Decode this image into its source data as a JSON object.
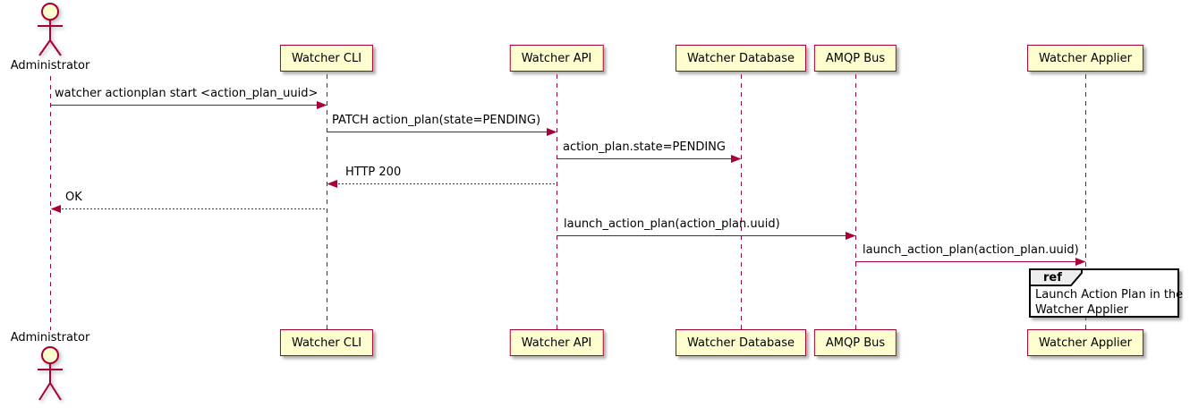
{
  "diagram": {
    "kind": "uml-sequence-diagram",
    "colors": {
      "accent": "#A80036",
      "participant_fill": "#FEFECE",
      "participant_border": "#A80036",
      "text": "#000000",
      "ref_border": "#000000",
      "ref_header_fill": "#EEEEEE",
      "background": "#FFFFFF"
    }
  },
  "actor": {
    "name": "Administrator"
  },
  "participants": [
    {
      "name": "Watcher CLI"
    },
    {
      "name": "Watcher API"
    },
    {
      "name": "Watcher Database"
    },
    {
      "name": "AMQP Bus"
    },
    {
      "name": "Watcher Applier"
    }
  ],
  "messages": [
    {
      "label": "watcher actionplan start <action_plan_uuid>",
      "from": "Administrator",
      "to": "Watcher CLI",
      "line": "solid",
      "direction": "right"
    },
    {
      "label": "PATCH action_plan(state=PENDING)",
      "from": "Watcher CLI",
      "to": "Watcher API",
      "line": "solid",
      "direction": "right"
    },
    {
      "label": "action_plan.state=PENDING",
      "from": "Watcher API",
      "to": "Watcher Database",
      "line": "solid",
      "direction": "right"
    },
    {
      "label": "HTTP 200",
      "from": "Watcher API",
      "to": "Watcher CLI",
      "line": "dashed",
      "direction": "left"
    },
    {
      "label": "OK",
      "from": "Watcher CLI",
      "to": "Administrator",
      "line": "dashed",
      "direction": "left"
    },
    {
      "label": "launch_action_plan(action_plan.uuid)",
      "from": "Watcher API",
      "to": "AMQP Bus",
      "line": "solid",
      "direction": "right"
    },
    {
      "label": "launch_action_plan(action_plan.uuid)",
      "from": "AMQP Bus",
      "to": "Watcher Applier",
      "line": "solid",
      "direction": "right"
    }
  ],
  "ref": {
    "keyword": "ref",
    "target": "Watcher Applier",
    "lines": [
      "Launch Action Plan in the",
      "Watcher Applier"
    ]
  }
}
